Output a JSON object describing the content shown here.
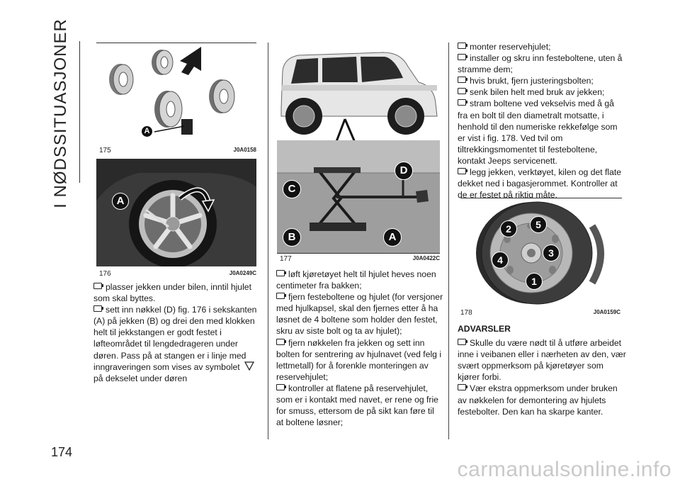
{
  "section_title": "I NØDSSITUASJONER",
  "page_number": "174",
  "watermark": "carmanualsonline.info",
  "figures": [
    {
      "number": "175",
      "code": "J0A0158"
    },
    {
      "number": "176",
      "code": "J0A0249C"
    },
    {
      "number": "177",
      "code": "J0A0422C"
    },
    {
      "number": "178",
      "code": "J0A0159C"
    }
  ],
  "callouts": {
    "fig175": [
      "A"
    ],
    "fig176": [
      "A"
    ],
    "fig177": [
      "D",
      "C",
      "B",
      "A"
    ],
    "fig178": [
      "2",
      "5",
      "3",
      "4",
      "1"
    ]
  },
  "column1": [
    "plasser jekken under bilen, inntil hjulet som skal byttes.",
    "sett inn nøkkel (D) fig. 176 i sekskanten (A) på jekken (B) og drei den med klokken helt til jekkstangen er godt festet i løfteområdet til lengdedrageren under døren. Pass på at stangen er i linje med inngraveringen som vises av symbolet",
    "på dekselet under døren"
  ],
  "column2": [
    "løft kjøretøyet helt til hjulet heves noen centimeter fra bakken;",
    "fjern festeboltene og hjulet (for versjoner med hjulkapsel, skal den fjernes etter å ha løsnet de 4 boltene som holder den festet, skru av siste bolt og ta av hjulet);",
    "fjern nøkkelen fra jekken og sett inn bolten for sentrering av hjulnavet (ved felg i lettmetall) for å forenkle monteringen av reservehjulet;",
    "kontroller at flatene på reservehjulet, som er i kontakt med navet, er rene og frie for smuss, ettersom de på sikt kan føre til at boltene løsner;"
  ],
  "column3": [
    "monter reservehjulet;",
    "installer og skru inn festeboltene, uten å stramme dem;",
    "hvis brukt, fjern justeringsbolten;",
    "senk bilen helt med bruk av jekken;",
    "stram boltene ved vekselvis med å gå fra en bolt til den diametralt motsatte, i henhold til den numeriske rekkefølge som er vist i fig. 178. Ved tvil om tiltrekkingsmomentet til festeboltene, kontakt Jeeps servicenett.",
    "legg jekken, verktøyet, kilen og det flate dekket ned i bagasjerommet. Kontroller at de er festet på riktig måte."
  ],
  "warnings": {
    "heading": "ADVARSLER",
    "items": [
      "Skulle du være nødt til å utføre arbeidet inne i veibanen eller i nærheten av den, vær svært oppmerksom på kjøretøyer som kjører forbi.",
      "Vær ekstra oppmerksom under bruken av nøkkelen for demontering av hjulets festebolter. Den kan ha skarpe kanter."
    ]
  },
  "icons": {
    "bullet": "bullet-marker-icon",
    "symbol": "triangle-down-icon"
  },
  "colors": {
    "text": "#1a1a1a",
    "callout_badge": "#111111",
    "watermark": "#c9c9c9"
  }
}
